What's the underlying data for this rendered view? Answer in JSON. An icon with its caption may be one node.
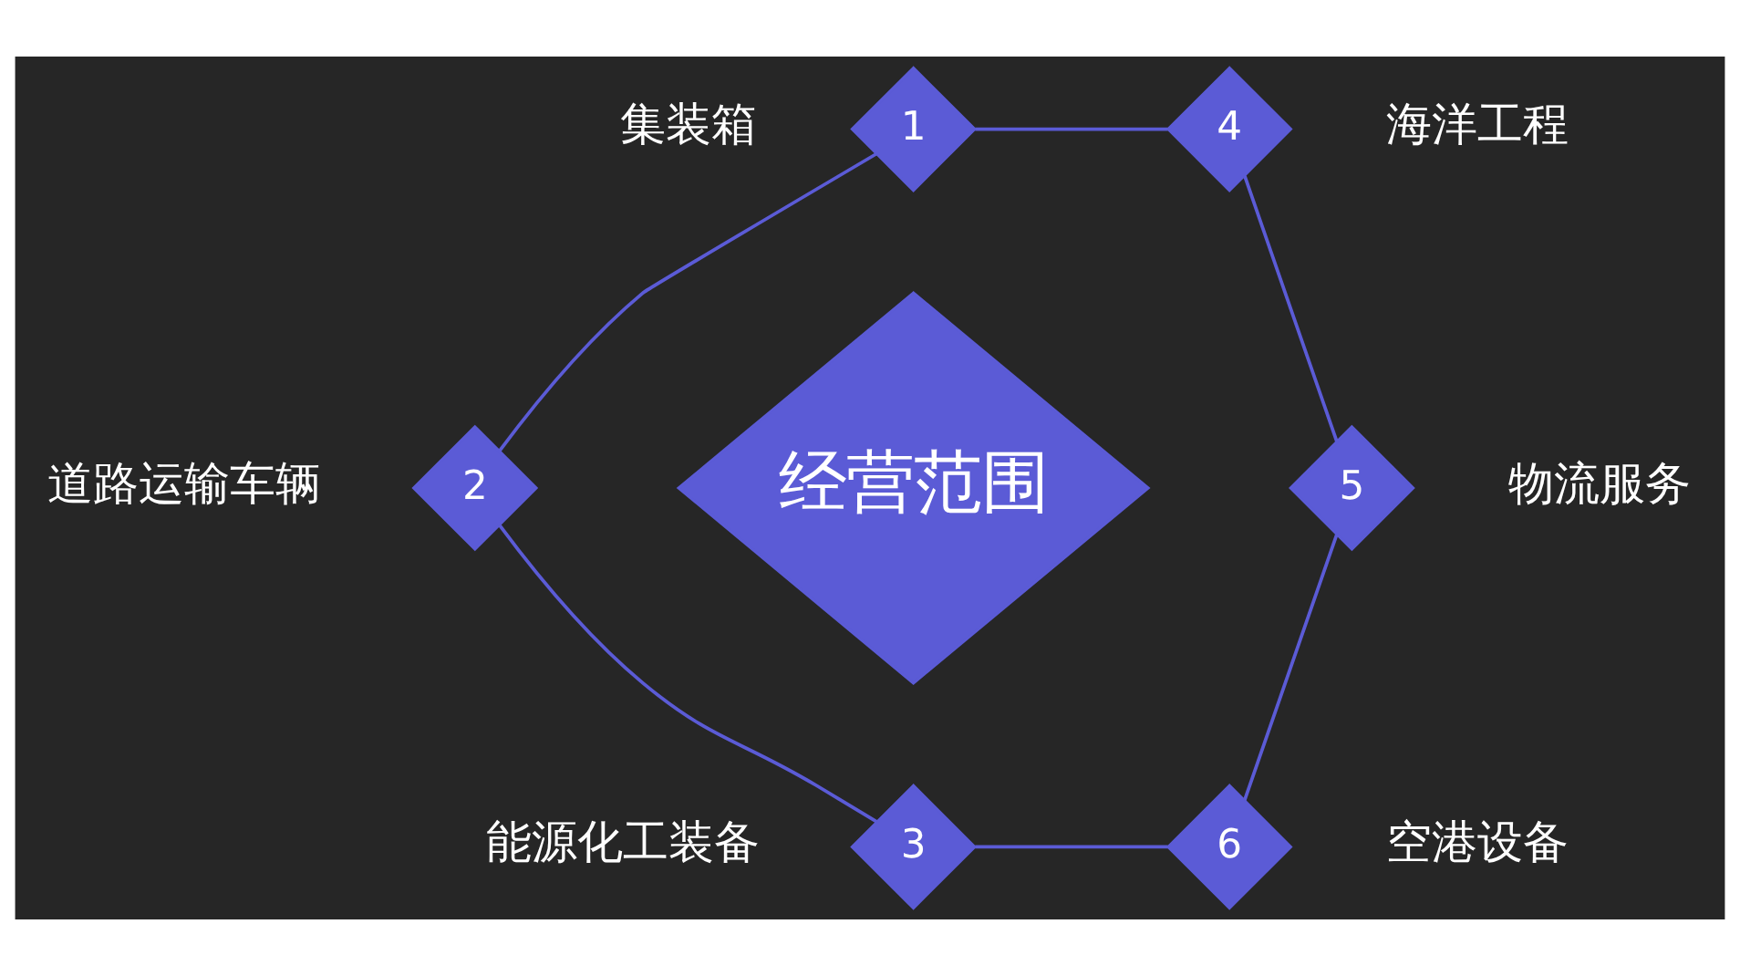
{
  "diagram": {
    "nodes": [
      {
        "text": [
          "经营范围"
        ]
      },
      {
        "text": [
          "1"
        ],
        "beside": [
          "集装箱"
        ]
      },
      {
        "text": [
          "2"
        ],
        "beside": [
          "道路运输车辆"
        ]
      },
      {
        "text": [
          "3"
        ],
        "beside": [
          "能源化工装备"
        ]
      },
      {
        "text": [
          "4"
        ],
        "beside": [
          "海洋工程"
        ]
      },
      {
        "text": [
          "5"
        ],
        "beside": [
          "物流服务"
        ]
      },
      {
        "text": [
          "6"
        ],
        "beside": [
          "空港设备"
        ]
      }
    ],
    "edges": [
      {
        "from": 1,
        "to": 2,
        "arrow": "none"
      },
      {
        "from": 2,
        "to": 3,
        "arrow": "none"
      },
      {
        "from": 1,
        "to": 4,
        "arrow": "none"
      },
      {
        "from": 3,
        "to": 6,
        "arrow": "none"
      },
      {
        "from": 4,
        "to": 5,
        "arrow": "none"
      },
      {
        "from": 5,
        "to": 6,
        "arrow": "none"
      }
    ]
  }
}
